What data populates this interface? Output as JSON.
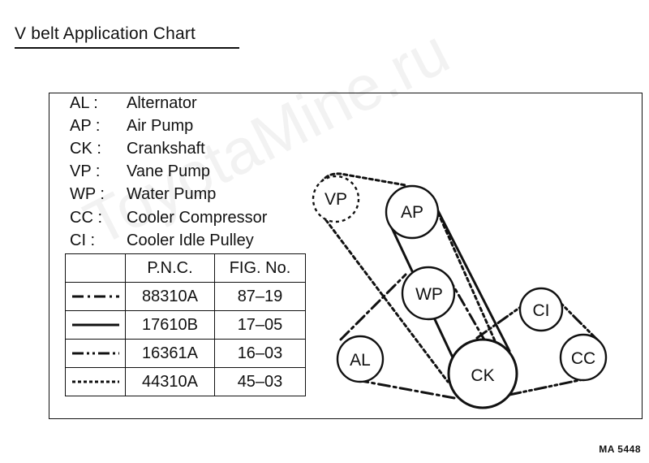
{
  "title": "V belt Application Chart",
  "watermark": "ToyotaMine.ru",
  "figure_code": "MA 5448",
  "legend": [
    {
      "abbr": "AL :",
      "name": "Alternator"
    },
    {
      "abbr": "AP :",
      "name": "Air Pump"
    },
    {
      "abbr": "CK :",
      "name": "Crankshaft"
    },
    {
      "abbr": "VP :",
      "name": "Vane Pump"
    },
    {
      "abbr": "WP :",
      "name": "Water Pump"
    },
    {
      "abbr": "CC :",
      "name": "Cooler Compressor"
    },
    {
      "abbr": "CI :",
      "name": "Cooler Idle Pulley"
    }
  ],
  "table": {
    "headers": [
      "",
      "P.N.C.",
      "FIG. No."
    ],
    "rows": [
      {
        "line_style": "dash-dot",
        "pnc": "88310A",
        "fig": "87–19"
      },
      {
        "line_style": "solid",
        "pnc": "17610B",
        "fig": "17–05"
      },
      {
        "line_style": "dash-dot-dot",
        "pnc": "16361A",
        "fig": "16–03"
      },
      {
        "line_style": "dotted",
        "pnc": "44310A",
        "fig": "45–03"
      }
    ]
  },
  "pulleys": {
    "vp": "VP",
    "ap": "AP",
    "wp": "WP",
    "ci": "CI",
    "al": "AL",
    "cc": "CC",
    "ck": "CK"
  },
  "colors": {
    "ink": "#111111",
    "background": "#ffffff",
    "watermark": "#f2f2f2"
  }
}
